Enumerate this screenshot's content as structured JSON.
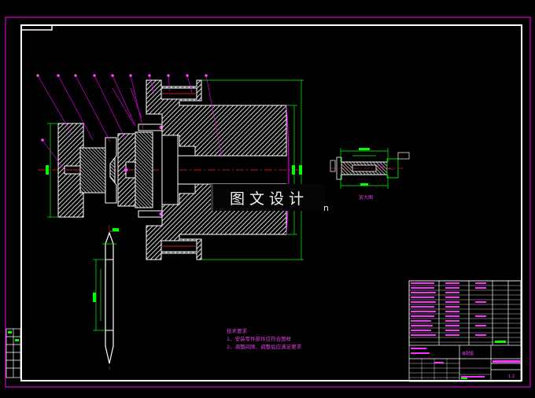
{
  "watermark": {
    "text": "图文设计",
    "suffix": "n"
  },
  "technical_requirements": {
    "heading": "技术要求",
    "lines": [
      "1、安装零件部件应符合图样",
      "2、调整间隙、调整后应满足要求"
    ]
  },
  "detail_view": {
    "label": "放大图"
  },
  "title_block": {
    "drawing_name": "装配图",
    "scale": "1:2"
  },
  "colors": {
    "background": "#000000",
    "frame": "#ffffff",
    "outer_border": "#ff00ff",
    "part_outline": "#ffffff",
    "hatch": "#ffffff",
    "leader": "#ff00ff",
    "dimension": "#00ff00",
    "centerline": "#ff0000",
    "annotation_text": "#e040e0",
    "table_lines": "#ffffff"
  }
}
